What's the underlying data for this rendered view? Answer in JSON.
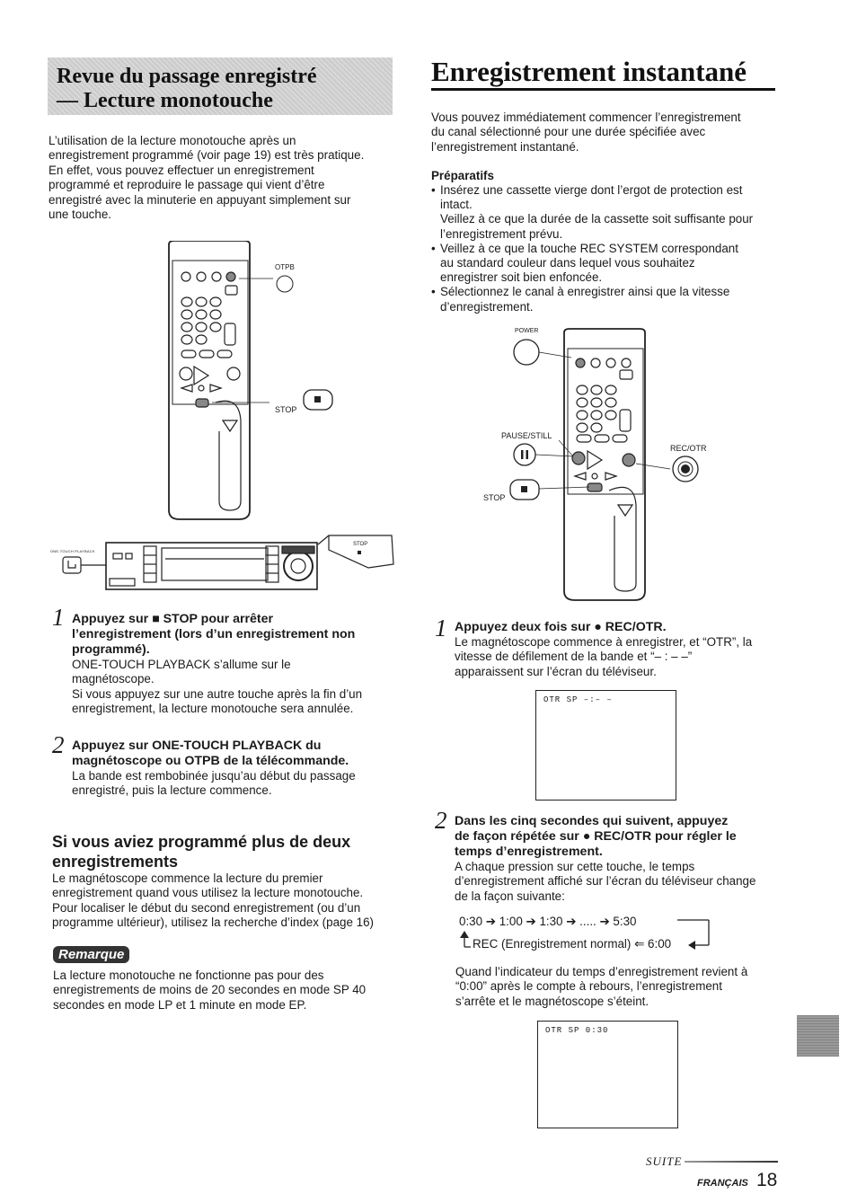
{
  "left": {
    "box_title_line1": "Revue du passage enregistré",
    "box_title_line2": "— Lecture monotouche",
    "intro": [
      "L’utilisation de la lecture monotouche après un",
      "enregistrement programmé (voir page 19) est très pratique.",
      "En effet, vous pouvez effectuer un enregistrement",
      "programmé et reproduire le passage qui vient d’être",
      "enregistré avec la minuterie en appuyant simplement sur",
      "une touche."
    ],
    "remote_labels": {
      "otpb": "OTPB",
      "stop": "STOP"
    },
    "vcr_labels": {
      "one_touch": "ONE-TOUCH PLAYBACK",
      "stop": "STOP"
    },
    "step1": {
      "num": "1",
      "heading": [
        "Appuyez sur ■ STOP pour arrêter",
        "l’enregistrement (lors d’un enregistrement non",
        "programmé)."
      ],
      "body": [
        "ONE-TOUCH PLAYBACK s’allume sur le",
        "magnétoscope.",
        "Si vous appuyez sur une autre touche après la fin d’un",
        "enregistrement, la lecture monotouche sera annulée."
      ]
    },
    "step2": {
      "num": "2",
      "heading": [
        "Appuyez sur ONE-TOUCH PLAYBACK du",
        "magnétoscope ou OTPB de la télécommande."
      ],
      "body": [
        "La bande est rembobinée jusqu’au début du passage",
        "enregistré, puis la lecture commence."
      ]
    },
    "sub_heading": [
      "Si vous aviez programmé plus de deux",
      "enregistrements"
    ],
    "sub_body": [
      "Le magnétoscope commence la lecture du premier",
      "enregistrement quand vous utilisez la lecture monotouche.",
      "Pour localiser le début du second enregistrement (ou d’un",
      "programme ultérieur), utilisez la recherche d’index (page 16)"
    ],
    "remark_label": "Remarque",
    "remark_body": [
      "La lecture monotouche ne fonctionne pas pour des",
      "enregistrements de moins de 20 secondes en mode SP 40",
      "secondes en mode LP et 1 minute en mode EP."
    ]
  },
  "right": {
    "title": "Enregistrement instantané",
    "intro": [
      "Vous pouvez immédiatement commencer l’enregistrement",
      "du canal sélectionné pour une durée spécifiée avec",
      "l’enregistrement instantané."
    ],
    "prep_heading": "Préparatifs",
    "prep_items": [
      [
        "Insérez une cassette vierge dont l’ergot de protection est",
        "intact.",
        "Veillez à ce que la durée de la cassette soit suffisante pour",
        "l’enregistrement prévu."
      ],
      [
        "Veillez à ce que la touche REC SYSTEM correspondant",
        "au standard couleur dans lequel vous souhaitez",
        "enregistrer soit bien enfoncée."
      ],
      [
        "Sélectionnez le canal à enregistrer ainsi que la vitesse",
        "d’enregistrement."
      ]
    ],
    "remote_labels": {
      "power": "POWER",
      "pause": "PAUSE/STILL",
      "stop": "STOP",
      "rec": "REC/OTR"
    },
    "step1": {
      "num": "1",
      "heading": "Appuyez deux fois sur ● REC/OTR.",
      "body": [
        "Le magnétoscope commence à enregistrer, et “OTR”, la",
        "vitesse de défilement de la bande et “– : – –”",
        "apparaissent sur l’écran du téléviseur."
      ]
    },
    "screen1": "OTR SP –:– –",
    "step2": {
      "num": "2",
      "heading": [
        "Dans les cinq secondes qui suivent, appuyez",
        "de façon répétée sur ● REC/OTR pour régler le",
        "temps d’enregistrement."
      ],
      "body": [
        "A chaque pression sur cette touche, le temps",
        "d’enregistrement affiché sur l’écran du téléviseur change",
        "de la façon suivante:"
      ]
    },
    "seq_line1": "0:30 ➔ 1:00 ➔ 1:30 ➔ ..... ➔ 5:30",
    "seq_line2": "REC (Enregistrement normal) ⇐ 6:00",
    "after": [
      "Quand l’indicateur du temps d’enregistrement revient à",
      "“0:00” après le compte à rebours, l’enregistrement",
      "s’arrête et le magnétoscope s’éteint."
    ],
    "screen2": "OTR SP 0:30",
    "suite": "SUITE",
    "footer_lang": "FRANÇAIS",
    "page_num": "18"
  }
}
